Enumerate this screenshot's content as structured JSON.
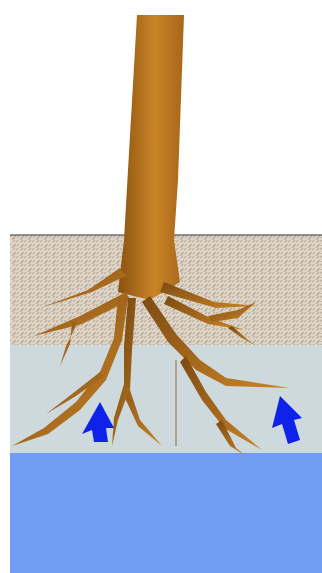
{
  "diagram": {
    "layers": [
      {
        "name": "soil",
        "color": "#d9cfc3",
        "speckle_color": "#b9a591"
      },
      {
        "name": "capillary-fringe",
        "color": "#cdd9dc"
      },
      {
        "name": "groundwater",
        "color": "#6f9df2"
      }
    ],
    "tree": {
      "trunk_color_dark": "#8a520f",
      "trunk_color_light": "#c98426"
    },
    "arrows": {
      "count": 2,
      "direction": "up",
      "color": "#0e22ea"
    },
    "ground_line_color": "#2b2b2b"
  }
}
